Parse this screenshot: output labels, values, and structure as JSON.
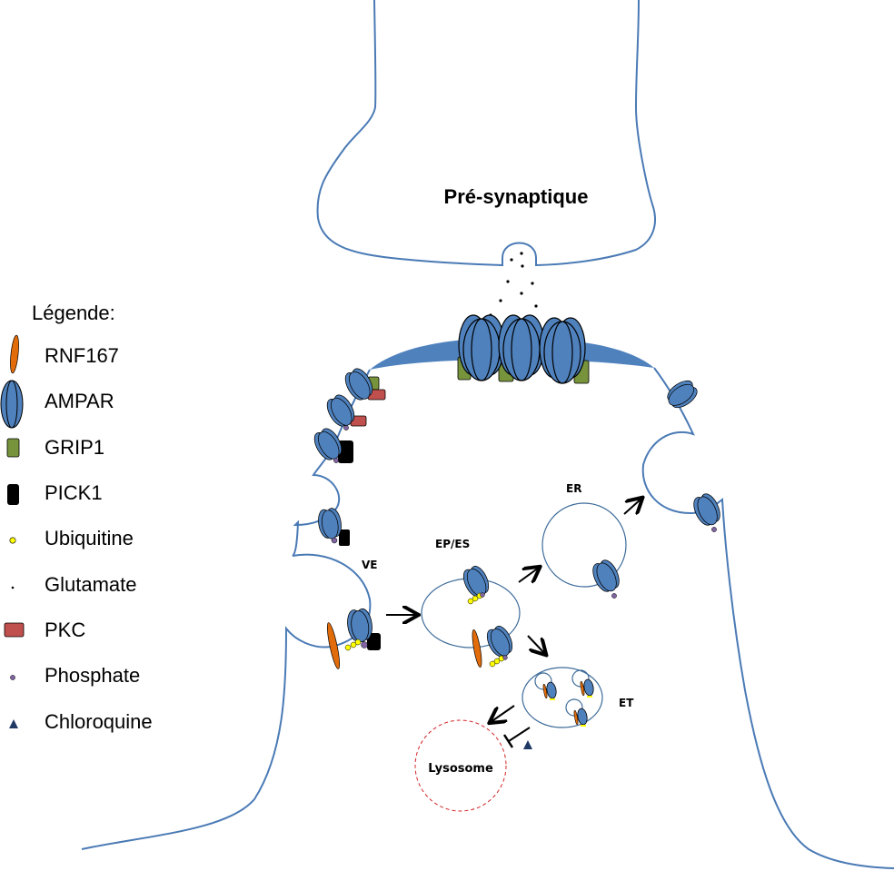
{
  "title": "Pré-synaptique",
  "colors": {
    "membrane": "#4a7ab5",
    "ampar": "#4f81bd",
    "rnf167": "#e36c0a",
    "grip1": "#77933c",
    "pick1": "#000000",
    "ubiquitine": "#ffff00",
    "pkc": "#c0504d",
    "phosphate": "#8064a2",
    "chloroquine": "#1f3864",
    "lysosome": "#d62728"
  },
  "legend": {
    "heading": "Légende:",
    "items": [
      {
        "label": "RNF167",
        "icon": "rnf167-icon"
      },
      {
        "label": "AMPAR",
        "icon": "ampar-icon"
      },
      {
        "label": "GRIP1",
        "icon": "grip1-icon"
      },
      {
        "label": "PICK1",
        "icon": "pick1-icon"
      },
      {
        "label": "Ubiquitine",
        "icon": "ubiquitine-icon"
      },
      {
        "label": "Glutamate",
        "icon": "glutamate-icon"
      },
      {
        "label": "PKC",
        "icon": "pkc-icon"
      },
      {
        "label": "Phosphate",
        "icon": "phosphate-icon"
      },
      {
        "label": "Chloroquine",
        "icon": "chloroquine-icon"
      }
    ]
  },
  "compartments": {
    "ve": "VE",
    "ep_es": "EP/ES",
    "er": "ER",
    "et": "ET",
    "lysosome": "Lysosome"
  }
}
